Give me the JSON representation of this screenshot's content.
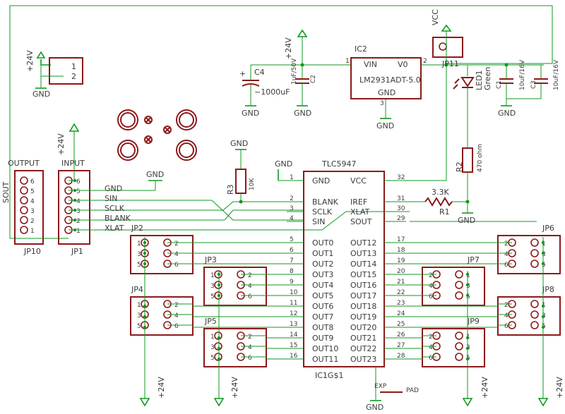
{
  "labels": {
    "vcc": "VCC",
    "plus24": "+24V",
    "gnd": "GND",
    "ic2": "IC2",
    "ic2_value": "LM2931ADT-5.0",
    "ic2_vin": "VIN",
    "ic2_vo": "V0",
    "ic2_gnd": "GND",
    "c4": "C4",
    "c4_value": "~1000uF",
    "c2": "C2",
    "c2_value": "1uF/50V",
    "c1": "C1",
    "c1_value": "10uF/16V",
    "c3": "C3",
    "c3_value": "10uF/16V",
    "jp11": "JP11",
    "led1": "LED1",
    "led1_value": "Green",
    "r2": "R2",
    "r2_value": "470 ohm",
    "r3": "R3",
    "r3_value": "10K",
    "r1": "R1",
    "r1_value": "3.3K",
    "tlc": "TLC5947",
    "tlc_ref": "IC1G$1",
    "output": "OUTPUT",
    "input": "INPUT",
    "sout_side": "SOUT",
    "jp10": "JP10",
    "jp1": "JP1",
    "jp2": "JP2",
    "jp3": "JP3",
    "jp4": "JP4",
    "jp5": "JP5",
    "jp6": "JP6",
    "jp7": "JP7",
    "jp8": "JP8",
    "jp9": "JP9",
    "exp": "EXP",
    "pad": "PAD",
    "plus": "+"
  },
  "tlc_left_pins": [
    {
      "num": "1",
      "name": "GND"
    },
    {
      "num": "2",
      "name": "BLANK"
    },
    {
      "num": "3",
      "name": "SCLK"
    },
    {
      "num": "4",
      "name": "SIN"
    },
    {
      "num": "5",
      "name": "OUT0"
    },
    {
      "num": "6",
      "name": "OUT1"
    },
    {
      "num": "7",
      "name": "OUT2"
    },
    {
      "num": "8",
      "name": "OUT3"
    },
    {
      "num": "9",
      "name": "OUT4"
    },
    {
      "num": "10",
      "name": "OUT5"
    },
    {
      "num": "11",
      "name": "OUT6"
    },
    {
      "num": "12",
      "name": "OUT7"
    },
    {
      "num": "13",
      "name": "OUT8"
    },
    {
      "num": "14",
      "name": "OUT9"
    },
    {
      "num": "15",
      "name": "OUT10"
    },
    {
      "num": "16",
      "name": "OUT11"
    }
  ],
  "tlc_right_pins": [
    {
      "num": "32",
      "name": "VCC"
    },
    {
      "num": "31",
      "name": "IREF"
    },
    {
      "num": "30",
      "name": "XLAT"
    },
    {
      "num": "29",
      "name": "SOUT"
    },
    {
      "num": "17",
      "name": "OUT12"
    },
    {
      "num": "18",
      "name": "OUT13"
    },
    {
      "num": "19",
      "name": "OUT14"
    },
    {
      "num": "20",
      "name": "OUT15"
    },
    {
      "num": "21",
      "name": "OUT16"
    },
    {
      "num": "22",
      "name": "OUT17"
    },
    {
      "num": "23",
      "name": "OUT18"
    },
    {
      "num": "24",
      "name": "OUT19"
    },
    {
      "num": "25",
      "name": "OUT20"
    },
    {
      "num": "26",
      "name": "OUT21"
    },
    {
      "num": "27",
      "name": "OUT22"
    },
    {
      "num": "28",
      "name": "OUT23"
    }
  ],
  "bus_signals": [
    "GND",
    "SIN",
    "SCLK",
    "BLANK",
    "XLAT"
  ],
  "header6_pins": [
    "6",
    "5",
    "4",
    "3",
    "2",
    "1"
  ],
  "ic2_pins": {
    "vin": "1",
    "vo": "2",
    "gnd": "3"
  },
  "two_pin": [
    "1",
    "2"
  ],
  "pin_pair": [
    "1",
    "2",
    "3",
    "4",
    "5",
    "6"
  ]
}
